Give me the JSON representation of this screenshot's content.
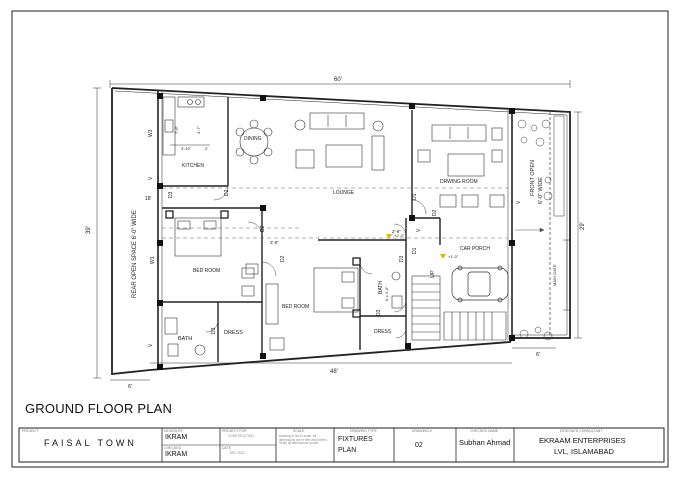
{
  "sheet": {
    "title": "GROUND FLOOR PLAN"
  },
  "dimensions": {
    "top": "60'",
    "bottom": "48'",
    "left": "39'",
    "right": "29'",
    "left_offset": "6'",
    "right_offset": "6'",
    "d_18": "18'",
    "d_2_6": "2'-6\"",
    "d_3_6": "3'-6\"",
    "kit_7_6": "7'-6\"",
    "kit_4_7": "4'-7\"",
    "kit_3_10": "3'-10\"",
    "kit_2": "2'",
    "lvl_2": "+2'-0\"",
    "lvl_1": "+1'-0\""
  },
  "rooms": {
    "kitchen": "KITCHEN",
    "dining": "DINING",
    "lounge": "LOUNGE",
    "drawing": "DRWING ROOM",
    "bed1": "BED ROOM",
    "bed2": "BED ROOM",
    "bath1": "BATH",
    "bath2": "BATH",
    "bath2_size": "8' x 4'-0\"",
    "dress1": "DRESS",
    "dress2": "DRESS",
    "car_porch": "CAR PORCH",
    "up": "UP",
    "main_gate": "MAIN GATE",
    "front_open": "FRONT OPEN",
    "front_open_w": "6'-0\" WIDE",
    "rear_open": "REAR OPEN SPACE 6'-0\" WIDE"
  },
  "tags": {
    "w3": "W3",
    "w1": "W1",
    "v1": "V",
    "v2": "V",
    "v3": "V",
    "v4": "V",
    "d3_a": "D3",
    "d3_b": "D3",
    "d3_c": "D3",
    "d3_d": "D3",
    "d2_a": "D2",
    "d2_b": "D2",
    "d2_c": "D2",
    "d2_d": "D2",
    "d1_a": "D1",
    "d1_b": "D1"
  },
  "title_block": {
    "project_head": "PROJECT",
    "project": "FAISAL TOWN",
    "drawn_head": "DESIGN BY",
    "drawn": "IKRAM",
    "checked_head": "CHECKED",
    "checked": "IKRAM",
    "project_for_head": "PROJECT FOR",
    "project_for": "CONSTRUCTION",
    "date_head": "DATE",
    "date": "DEC 2022",
    "scale_head": "SCALE",
    "scale_note": "Drawing is not to scale. All dimensions are in feet and inches. Verify all dimensions on site.",
    "type_head": "DRAWING TYPE",
    "type_1": "FIXTURES",
    "type_2": "PLAN",
    "no_head": "DRAWING #",
    "no": "02",
    "checked_by_head": "CHECKED NAME",
    "checked_by": "Subhan Ahmad",
    "firm_head": "DESIGNED CONSULTANT",
    "firm_1": "EKRAAM ENTERPRISES",
    "firm_2": "LVL, ISLAMABAD"
  }
}
